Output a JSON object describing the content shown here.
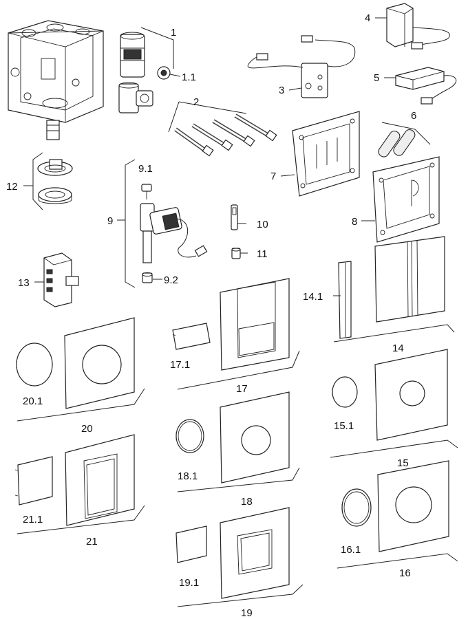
{
  "labels": {
    "l1": "1",
    "l1_1": "1.1",
    "l2": "2",
    "l3": "3",
    "l4": "4",
    "l5": "5",
    "l6": "6",
    "l7": "7",
    "l8": "8",
    "l9": "9",
    "l9_1": "9.1",
    "l9_2": "9.2",
    "l10": "10",
    "l11": "11",
    "l12": "12",
    "l13": "13",
    "l14": "14",
    "l14_1": "14.1",
    "l15": "15",
    "l15_1": "15.1",
    "l16": "16",
    "l16_1": "16.1",
    "l17": "17",
    "l17_1": "17.1",
    "l18": "18",
    "l18_1": "18.1",
    "l19": "19",
    "l19_1": "19.1",
    "l20": "20",
    "l20_1": "20.1",
    "l21": "21",
    "l21_1": "21.1"
  }
}
